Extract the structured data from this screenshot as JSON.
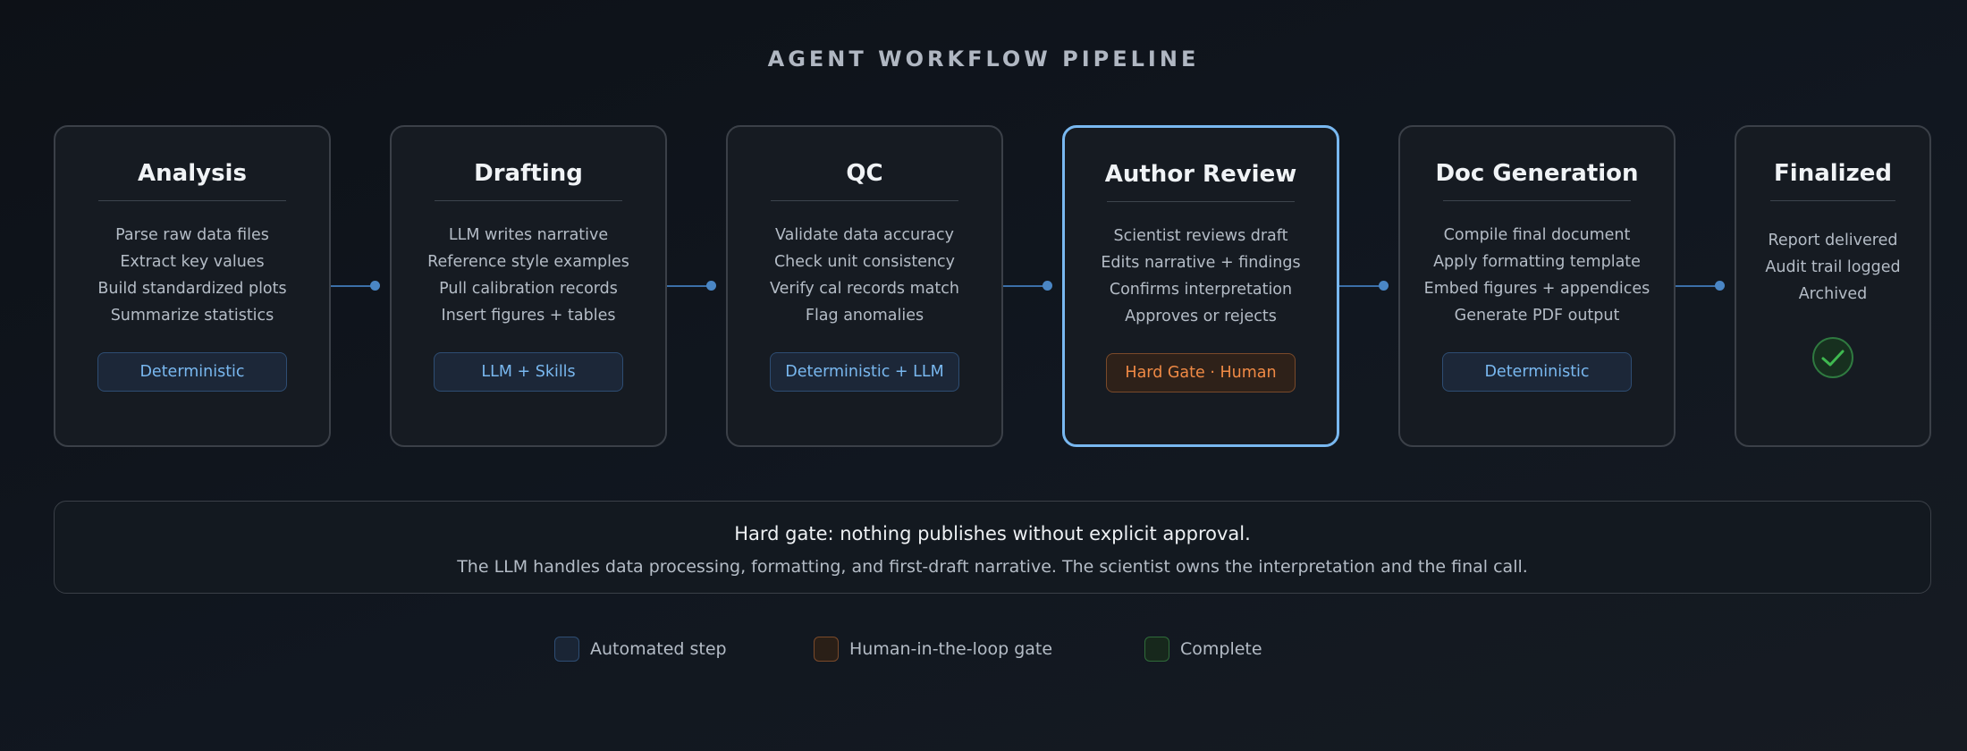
{
  "title": "AGENT WORKFLOW PIPELINE",
  "stages": [
    {
      "title": "Analysis",
      "lines": [
        "Parse raw data files",
        "Extract key values",
        "Build standardized plots",
        "Summarize statistics"
      ],
      "tag": "Deterministic",
      "tag_kind": "automated"
    },
    {
      "title": "Drafting",
      "lines": [
        "LLM writes narrative",
        "Reference style examples",
        "Pull calibration records",
        "Insert figures + tables"
      ],
      "tag": "LLM + Skills",
      "tag_kind": "automated"
    },
    {
      "title": "QC",
      "lines": [
        "Validate data accuracy",
        "Check unit consistency",
        "Verify cal records match",
        "Flag anomalies"
      ],
      "tag": "Deterministic + LLM",
      "tag_kind": "automated"
    },
    {
      "title": "Author Review",
      "lines": [
        "Scientist reviews draft",
        "Edits narrative + findings",
        "Confirms interpretation",
        "Approves or rejects"
      ],
      "tag": "Hard Gate · Human",
      "tag_kind": "human",
      "highlighted": true
    },
    {
      "title": "Doc Generation",
      "lines": [
        "Compile final document",
        "Apply formatting template",
        "Embed figures + appendices",
        "Generate PDF output"
      ],
      "tag": "Deterministic",
      "tag_kind": "automated"
    },
    {
      "title": "Finalized",
      "lines": [
        "Report delivered",
        "Audit trail logged",
        "Archived"
      ],
      "icon": "check-circle-icon",
      "tag_kind": "complete"
    }
  ],
  "note": {
    "headline": "Hard gate: nothing publishes without explicit approval.",
    "body": "The LLM handles data processing, formatting, and first-draft narrative. The scientist owns the interpretation and the final call."
  },
  "legend": [
    {
      "label": "Automated step",
      "kind": "automated"
    },
    {
      "label": "Human-in-the-loop gate",
      "kind": "human"
    },
    {
      "label": "Complete",
      "kind": "complete"
    }
  ],
  "colors": {
    "automated": "#79b8f0",
    "human": "#f08a45",
    "complete": "#3fb950",
    "connector": "#3b6fa8"
  }
}
